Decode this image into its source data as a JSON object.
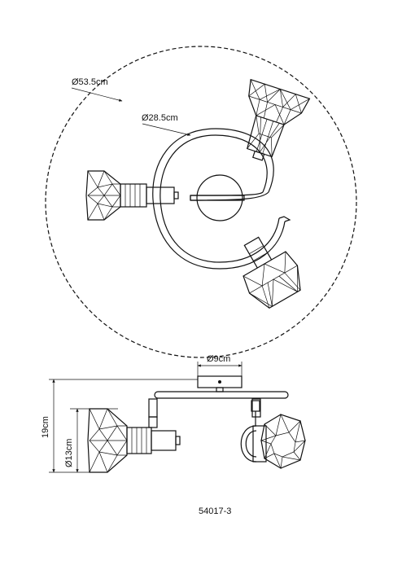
{
  "dimensions": {
    "outer_diameter": "Ø53.5cm",
    "inner_diameter": "Ø28.5cm",
    "plate_diameter": "Ø9cm",
    "total_height": "19cm",
    "shade_diameter": "Ø13cm"
  },
  "model_number": "54017-3"
}
